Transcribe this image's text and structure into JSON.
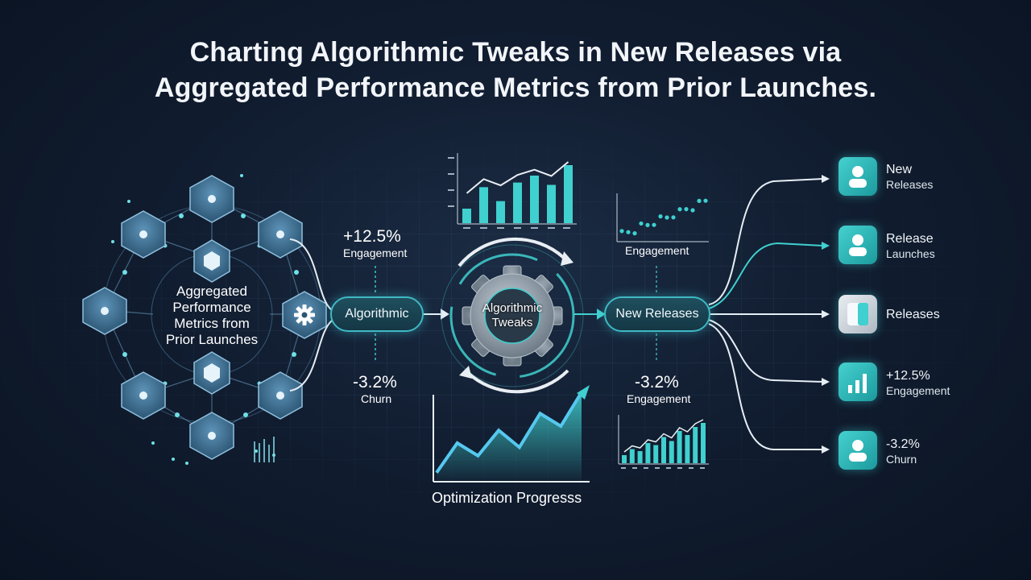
{
  "title": {
    "line1": "Charting Algorithmic Tweaks in New Releases via",
    "line2": "Aggregated Performance Metrics from Prior Launches."
  },
  "hub": {
    "label_lines": [
      "Aggregated",
      "Performance",
      "Metrics from",
      "Prior Launches"
    ]
  },
  "metrics_left": {
    "top": {
      "value": "+12.5%",
      "label": "Engagement"
    },
    "bottom": {
      "value": "-3.2%",
      "label": "Churn"
    }
  },
  "algorithmic_pill": "Algorithmic",
  "gear": {
    "line1": "Algorithmic",
    "line2": "Tweaks"
  },
  "new_releases_pill": "New Releases",
  "scatter_label": "Engagement",
  "metrics_right": {
    "value": "-3.2%",
    "label": "Engagement"
  },
  "optimization_label": "Optimization Progresss",
  "outputs": [
    {
      "line1": "New",
      "line2": "Releases",
      "icon": "user-icon"
    },
    {
      "line1": "Release",
      "line2": "Launches",
      "icon": "user-icon"
    },
    {
      "line1": "Releases",
      "line2": "",
      "icon": "panel-icon"
    },
    {
      "line1": "+12.5%",
      "line2": "Engagement",
      "icon": "bar-chart-icon"
    },
    {
      "line1": "-3.2%",
      "line2": "Churn",
      "icon": "user-icon"
    }
  ],
  "colors": {
    "accent": "#3fd0cf",
    "background": "#111d30",
    "node": "#4b7da0"
  },
  "chart_data": [
    {
      "type": "bar",
      "values": [
        0.25,
        0.62,
        0.38,
        0.7,
        0.82,
        0.66,
        1.0
      ],
      "overlay_line": [
        0.45,
        0.72,
        0.6,
        0.8,
        0.9,
        0.78,
        1.05
      ]
    },
    {
      "type": "scatter",
      "values": [
        0.1,
        0.15,
        0.2,
        0.28,
        0.32,
        0.4,
        0.45,
        0.5,
        0.58,
        0.62,
        0.7,
        0.75,
        0.82,
        0.9
      ]
    },
    {
      "type": "area",
      "values": [
        0.05,
        0.4,
        0.25,
        0.55,
        0.35,
        0.75,
        0.6,
        1.0
      ]
    },
    {
      "type": "bar",
      "values": [
        0.2,
        0.35,
        0.3,
        0.5,
        0.45,
        0.65,
        0.55,
        0.8,
        0.7,
        0.9,
        1.0
      ]
    }
  ]
}
